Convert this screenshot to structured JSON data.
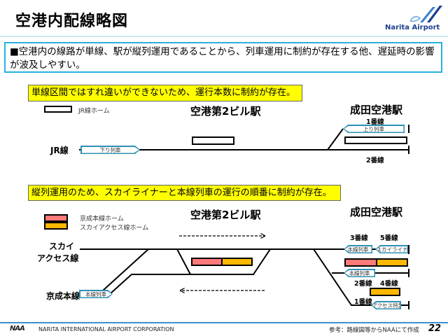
{
  "header": {
    "title": "空港内配線略図",
    "logo_text": "Narita Airport"
  },
  "summary": "■空港内の線路が単線、駅が縦列運用であることから、列車運用に制約が存在する他、遅延時の影響が波及しやすい。",
  "section1": {
    "callout": "単線区間ではすれ違いができないため、運行本数に制約が存在。",
    "legend": "JR線ホーム",
    "station_t2": "空港第2ビル駅",
    "station_narita": "成田空港駅",
    "line_label": "JR線",
    "track1": "1番線",
    "track2": "2番線",
    "train_up": "上り列車",
    "train_down": "下り列車"
  },
  "section2": {
    "callout": "縦列運用のため、スカイライナーと本線列車の運行の順番に制約が存在。",
    "legend_keisei": "京成本線ホーム",
    "legend_sky": "スカイアクセス線ホーム",
    "station_t2": "空港第2ビル駅",
    "station_narita": "成田空港駅",
    "sky_label_1": "スカイ",
    "sky_label_2": "アクセス線",
    "keisei_label": "京成本線",
    "track3": "3番線",
    "track5": "5番線",
    "track2": "2番線",
    "track4": "4番線",
    "track1": "1番線",
    "train_main_keisei": "本線列車",
    "train_main_3": "本線列車",
    "train_skyliner": "スカイライナー",
    "train_main_2": "本線列車",
    "train_access": "アクセス特急"
  },
  "footer": {
    "logo": "NAA",
    "corporation": "NARITA INTERNATIONAL AIRPORT CORPORATION",
    "note": "参考：路線図等からNAAにて作成",
    "page": "22"
  },
  "colors": {
    "keisei_platform": "#ff7a7a",
    "sky_platform": "#ffb800",
    "callout": "#ffff00",
    "frame": "#29b0df",
    "train_border": "#2f8fb3"
  }
}
